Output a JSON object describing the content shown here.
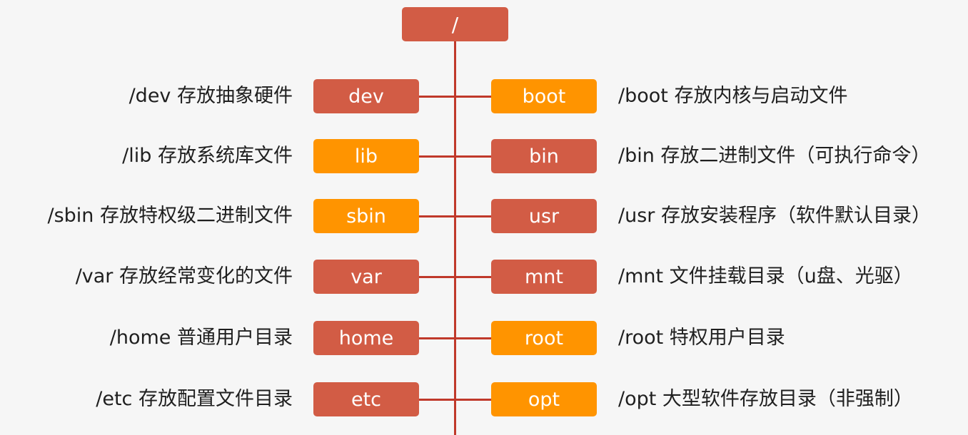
{
  "root": {
    "label": "/"
  },
  "colors": {
    "red": "#d25c45",
    "orange": "#ff9400",
    "line": "#c0392b"
  },
  "rows": [
    {
      "left": {
        "label": "dev",
        "color": "red",
        "desc": "/dev 存放抽象硬件"
      },
      "right": {
        "label": "boot",
        "color": "orange",
        "desc": "/boot 存放内核与启动文件"
      }
    },
    {
      "left": {
        "label": "lib",
        "color": "orange",
        "desc": "/lib 存放系统库文件"
      },
      "right": {
        "label": "bin",
        "color": "red",
        "desc": "/bin 存放二进制文件（可执行命令）"
      }
    },
    {
      "left": {
        "label": "sbin",
        "color": "orange",
        "desc": "/sbin 存放特权级二进制文件"
      },
      "right": {
        "label": "usr",
        "color": "red",
        "desc": "/usr 存放安装程序（软件默认目录）"
      }
    },
    {
      "left": {
        "label": "var",
        "color": "red",
        "desc": "/var 存放经常变化的文件"
      },
      "right": {
        "label": "mnt",
        "color": "red",
        "desc": "/mnt 文件挂载目录（u盘、光驱）"
      }
    },
    {
      "left": {
        "label": "home",
        "color": "red",
        "desc": "/home 普通用户目录"
      },
      "right": {
        "label": "root",
        "color": "orange",
        "desc": "/root 特权用户目录"
      }
    },
    {
      "left": {
        "label": "etc",
        "color": "red",
        "desc": "/etc 存放配置文件目录"
      },
      "right": {
        "label": "opt",
        "color": "orange",
        "desc": "/opt 大型软件存放目录（非强制）"
      }
    }
  ]
}
